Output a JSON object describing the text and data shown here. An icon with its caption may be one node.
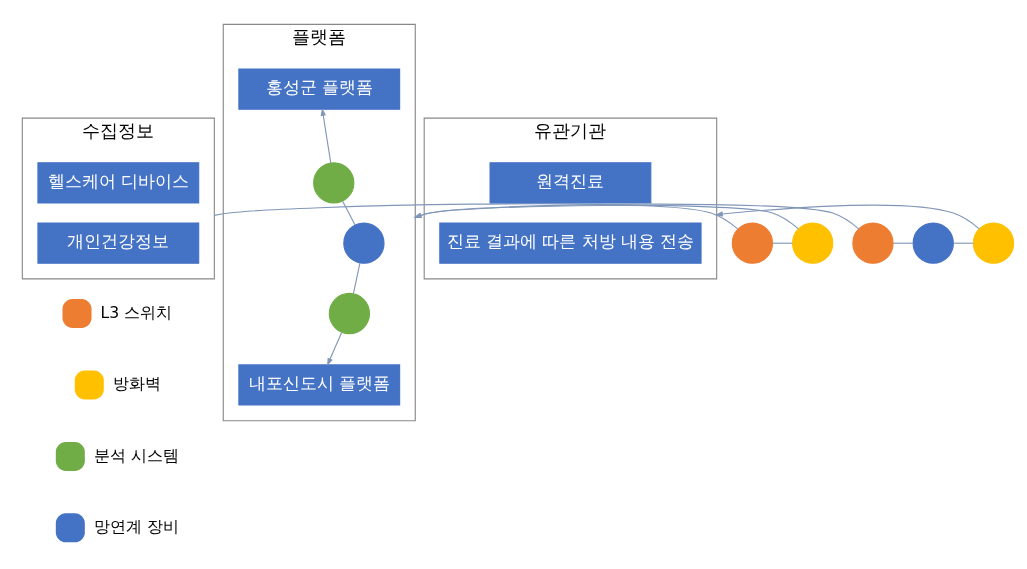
{
  "diagram": {
    "nodes": [
      {
        "text": [
          "수집정보"
        ]
      },
      {
        "text": [
          "헬스케어 디바이스"
        ],
        "in": 0
      },
      {
        "text": [
          "개인건강정보"
        ],
        "in": 0
      },
      {
        "text": [
          "플랫폼"
        ]
      },
      {
        "text": [
          "홍성군 플랫폼"
        ],
        "in": 3
      },
      {
        "text": [],
        "shape": "circle",
        "in": 3
      },
      {
        "text": [],
        "shape": "circle",
        "in": 3
      },
      {
        "text": [],
        "shape": "circle",
        "in": 3
      },
      {
        "text": [
          "내포신도시 플랫폼"
        ],
        "in": 3
      },
      {
        "text": [
          "유관기관"
        ]
      },
      {
        "text": [
          "원격진료"
        ],
        "in": 9
      },
      {
        "text": [
          "진료 결과에 따른 처방 내용 전송"
        ],
        "in": 9
      },
      {
        "text": [],
        "shape": "circle"
      },
      {
        "text": [],
        "shape": "circle"
      },
      {
        "text": [],
        "shape": "circle"
      },
      {
        "text": [],
        "shape": "circle"
      },
      {
        "text": [],
        "shape": "circle"
      }
    ],
    "edges": [
      {
        "from": 0,
        "to": 12,
        "arrow": "none"
      },
      {
        "from": 12,
        "to": 13,
        "arrow": "none"
      },
      {
        "from": 13,
        "to": 3,
        "arrow": "to"
      },
      {
        "from": 5,
        "to": 4,
        "arrow": "to"
      },
      {
        "from": 5,
        "to": 6,
        "arrow": "none"
      },
      {
        "from": 6,
        "to": 7,
        "arrow": "none"
      },
      {
        "from": 7,
        "to": 8,
        "arrow": "to"
      },
      {
        "from": 14,
        "to": 3,
        "arrow": "to"
      },
      {
        "from": 14,
        "to": 15,
        "arrow": "none"
      },
      {
        "from": 15,
        "to": 16,
        "arrow": "none"
      },
      {
        "from": 16,
        "to": 9,
        "arrow": "to"
      }
    ],
    "legend": [
      {
        "text": "L3 스위치",
        "color": "#ed7d31"
      },
      {
        "text": "방화벽",
        "color": "#ffc000"
      },
      {
        "text": "분석 시스템",
        "color": "#70ad47"
      },
      {
        "text": "망연계 장비",
        "color": "#4472c4"
      }
    ]
  }
}
